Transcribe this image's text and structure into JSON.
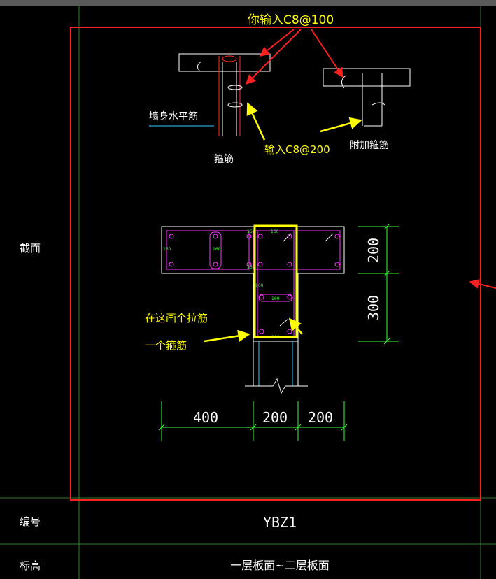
{
  "table": {
    "row_section_label": "截面",
    "row_number_label": "编号",
    "row_elevation_label": "标高",
    "component_code": "YBZ1",
    "elevation_value": "一层板面~二层板面"
  },
  "annotations": {
    "red_note": "你输入C8@100",
    "yellow_note_stirrup": "输入C8@200",
    "yellow_note_tie": "在这画个拉筋",
    "yellow_note_hoop": "一个箍筋"
  },
  "detail_labels": {
    "wall_horizontal_bar": "墙身水平筋",
    "stirrup": "箍筋",
    "additional_stirrup": "附加箍筋"
  },
  "dimensions": {
    "bottom": [
      "400",
      "200",
      "200"
    ],
    "right": [
      "200",
      "300"
    ]
  },
  "bar_tags": [
    "160",
    "160",
    "160",
    "160",
    "160",
    "160",
    "160",
    "160"
  ],
  "colors": {
    "background": "#000000",
    "grid": "#2e7d32",
    "red": "#ff2020",
    "yellow": "#ffff00",
    "magenta": "#ff33ff",
    "white": "#ffffff",
    "cyan": "#33ccff",
    "green": "#33ff33"
  }
}
